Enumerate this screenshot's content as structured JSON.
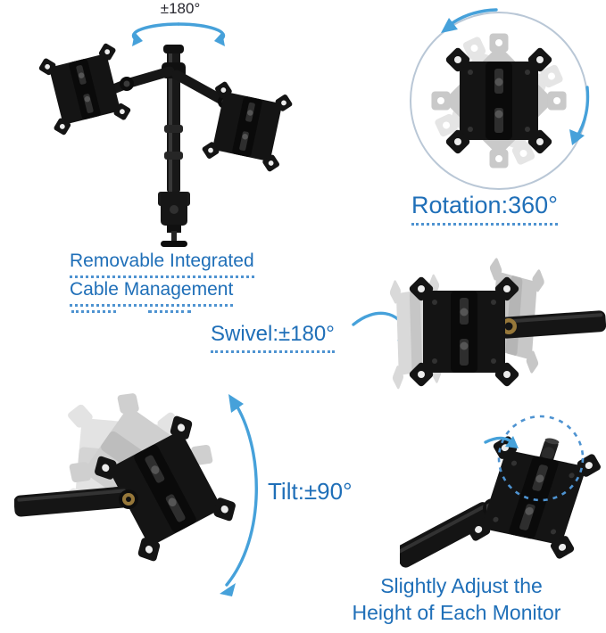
{
  "colors": {
    "blue-text": "#1f6fb8",
    "arrow-blue": "#46a1da",
    "dot-blue": "#4e93d1",
    "dark-label": "#26262e",
    "circle-gray": "#b9c7d6",
    "brass": "#97783a",
    "product-black": "#151515",
    "ghost-gray": "#cccccc"
  },
  "labels": {
    "pole_rotation": "±180°",
    "rotation": "Rotation:360°",
    "cable_line1": "Removable Integrated",
    "cable_line2": "Cable Management",
    "swivel": "Swivel:±180°",
    "tilt": "Tilt:±90°",
    "adjust_line1": "Slightly Adjust the",
    "adjust_line2": "Height of Each Monitor"
  },
  "icons": {
    "pole_rotation_arrows": "curved-rotation-arrows",
    "rotation_circle_arrows": "curved-rotation-arrows",
    "swivel_arrow": "curved-arrow-right",
    "tilt_arrow": "curved-double-arrow-vertical",
    "height_adjust_arrow": "curved-arrow-right",
    "highlight_circle": "dashed-circle"
  }
}
